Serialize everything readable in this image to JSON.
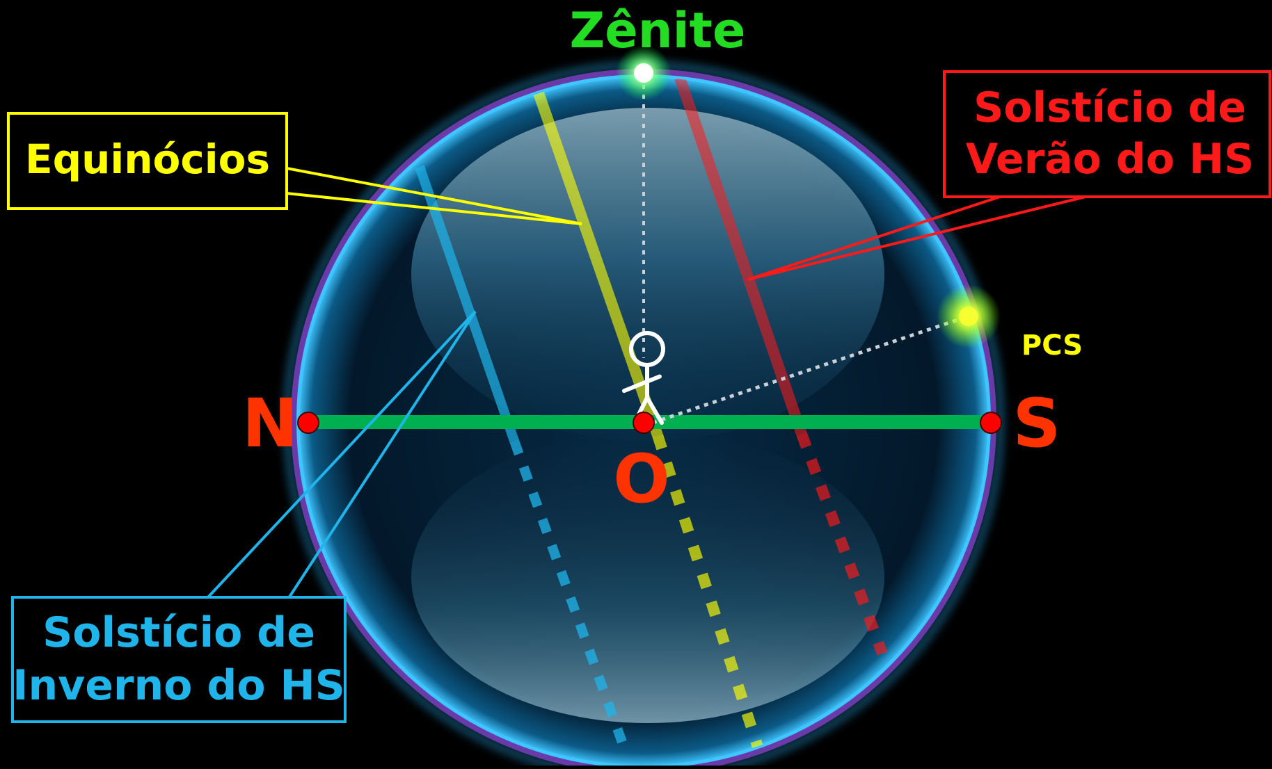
{
  "labels": {
    "zenith": "Zênite",
    "north": "N",
    "south": "S",
    "observer": "O",
    "pcs": "PCS",
    "equinoxes": "Equinócios",
    "summer_line1": "Solstício de",
    "summer_line2": "Verão do HS",
    "winter_line1": "Solstício de",
    "winter_line2": "Inverno do HS"
  },
  "colors": {
    "background": "#000000",
    "horizon": "#00b050",
    "zenith_label": "#22dd22",
    "cardinal": "#ff3300",
    "equinox": "#ffff00",
    "summer": "#ff1a1a",
    "winter": "#1fb4ea",
    "sphere_edge": "#6a3aa8",
    "sphere_glow": "#2ab8ff"
  }
}
